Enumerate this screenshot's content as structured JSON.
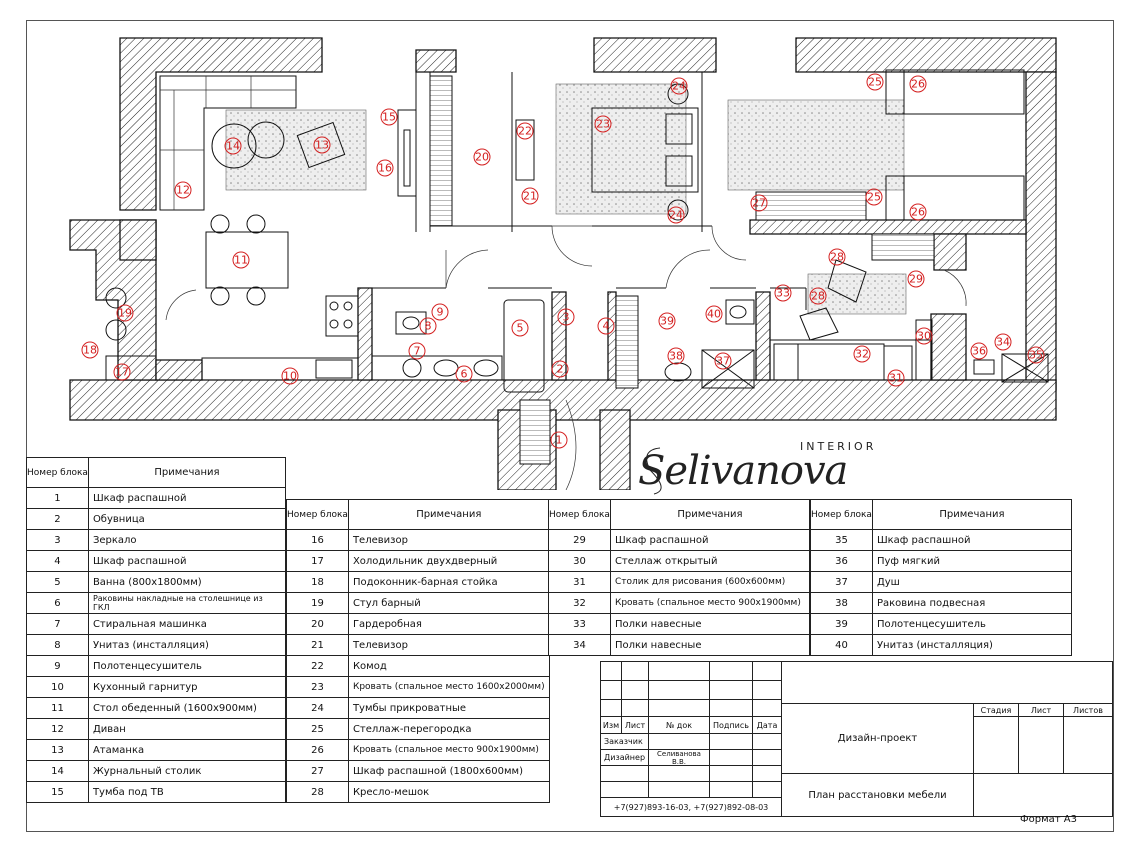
{
  "brand": {
    "word": "Selivanova",
    "sub": "INTERIOR"
  },
  "plan_labels": [
    "1",
    "2",
    "3",
    "4",
    "5",
    "6",
    "7",
    "8",
    "9",
    "10",
    "11",
    "12",
    "13",
    "14",
    "15",
    "16",
    "17",
    "18",
    "19",
    "20",
    "21",
    "22",
    "23",
    "24",
    "24",
    "25",
    "25",
    "26",
    "26",
    "27",
    "28",
    "28",
    "29",
    "30",
    "31",
    "32",
    "33",
    "34",
    "35",
    "36",
    "37",
    "38",
    "39",
    "40"
  ],
  "table_header": {
    "num": "Номер блока",
    "notes": "Примечания"
  },
  "spec_tables": [
    {
      "rows": [
        {
          "n": "1",
          "t": "Шкаф распашной"
        },
        {
          "n": "2",
          "t": "Обувница"
        },
        {
          "n": "3",
          "t": "Зеркало"
        },
        {
          "n": "4",
          "t": "Шкаф распашной"
        },
        {
          "n": "5",
          "t": "Ванна (800х1800мм)"
        },
        {
          "n": "6",
          "t": "Раковины накладные на столешнице из ГКЛ"
        },
        {
          "n": "7",
          "t": "Стиральная машинка"
        },
        {
          "n": "8",
          "t": "Унитаз (инсталляция)"
        },
        {
          "n": "9",
          "t": "Полотенцесушитель"
        },
        {
          "n": "10",
          "t": "Кухонный гарнитур"
        },
        {
          "n": "11",
          "t": "Стол обеденный (1600х900мм)"
        },
        {
          "n": "12",
          "t": "Диван"
        },
        {
          "n": "13",
          "t": "Атаманка"
        },
        {
          "n": "14",
          "t": "Журнальный столик"
        },
        {
          "n": "15",
          "t": "Тумба под ТВ"
        }
      ]
    },
    {
      "rows": [
        {
          "n": "16",
          "t": "Телевизор"
        },
        {
          "n": "17",
          "t": "Холодильник двухдверный"
        },
        {
          "n": "18",
          "t": "Подоконник-барная стойка"
        },
        {
          "n": "19",
          "t": "Стул барный"
        },
        {
          "n": "20",
          "t": "Гардеробная"
        },
        {
          "n": "21",
          "t": "Телевизор"
        },
        {
          "n": "22",
          "t": "Комод"
        },
        {
          "n": "23",
          "t": "Кровать (спальное место 1600х2000мм)"
        },
        {
          "n": "24",
          "t": "Тумбы прикроватные"
        },
        {
          "n": "25",
          "t": "Стеллаж-перегородка"
        },
        {
          "n": "26",
          "t": "Кровать (спальное место 900х1900мм)"
        },
        {
          "n": "27",
          "t": "Шкаф распашной (1800х600мм)"
        },
        {
          "n": "28",
          "t": "Кресло-мешок"
        }
      ]
    },
    {
      "rows": [
        {
          "n": "29",
          "t": "Шкаф распашной"
        },
        {
          "n": "30",
          "t": "Стеллаж открытый"
        },
        {
          "n": "31",
          "t": "Столик для рисования (600х600мм)"
        },
        {
          "n": "32",
          "t": "Кровать (спальное место 900х1900мм)"
        },
        {
          "n": "33",
          "t": "Полки навесные"
        },
        {
          "n": "34",
          "t": "Полки навесные"
        }
      ]
    },
    {
      "rows": [
        {
          "n": "35",
          "t": "Шкаф распашной"
        },
        {
          "n": "36",
          "t": "Пуф мягкий"
        },
        {
          "n": "37",
          "t": "Душ"
        },
        {
          "n": "38",
          "t": "Раковина подвесная"
        },
        {
          "n": "39",
          "t": "Полотенцесушитель"
        },
        {
          "n": "40",
          "t": "Унитаз (инсталляция)"
        }
      ]
    }
  ],
  "stamp": {
    "col_izm": "Изм",
    "col_list": "Лист",
    "col_doc": "№ док",
    "col_sign": "Подпись",
    "col_date": "Дата",
    "customer": "Заказчик",
    "designer": "Дизайнер",
    "designer_name": "Селиванова В.В.",
    "phones": "+7(927)893-16-03,   +7(927)892-08-03",
    "project": "Дизайн-проект",
    "sheet_title": "План расстановки мебели",
    "stage": "Стадия",
    "sheet": "Лист",
    "sheets": "Листов"
  },
  "format": "Формат А3"
}
